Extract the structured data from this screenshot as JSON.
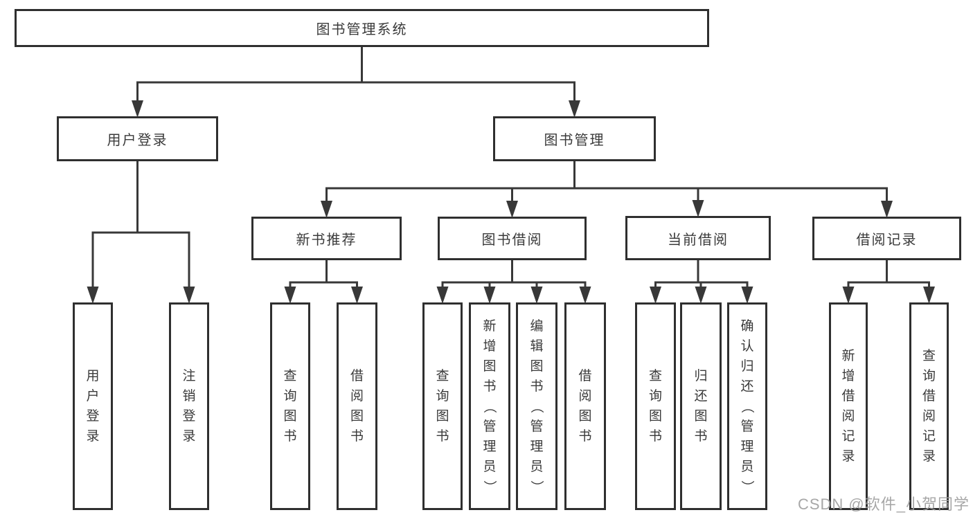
{
  "diagram": {
    "title": "图书管理系统",
    "nodes": [
      {
        "id": "root",
        "label": "图书管理系统",
        "parent": null
      },
      {
        "id": "user-login",
        "label": "用户登录",
        "parent": "root"
      },
      {
        "id": "book-mgmt",
        "label": "图书管理",
        "parent": "root"
      },
      {
        "id": "user-login-leaf",
        "label": "用户登录",
        "parent": "user-login"
      },
      {
        "id": "logout-leaf",
        "label": "注销登录",
        "parent": "user-login"
      },
      {
        "id": "new-book-rec",
        "label": "新书推荐",
        "parent": "book-mgmt"
      },
      {
        "id": "book-borrow",
        "label": "图书借阅",
        "parent": "book-mgmt"
      },
      {
        "id": "current-borrow",
        "label": "当前借阅",
        "parent": "book-mgmt"
      },
      {
        "id": "borrow-records",
        "label": "借阅记录",
        "parent": "book-mgmt"
      },
      {
        "id": "search-book-1",
        "label": "查询图书",
        "parent": "new-book-rec"
      },
      {
        "id": "borrow-book-1",
        "label": "借阅图书",
        "parent": "new-book-rec"
      },
      {
        "id": "search-book-2",
        "label": "查询图书",
        "parent": "book-borrow"
      },
      {
        "id": "add-book",
        "label": "新增图书（管理员）",
        "parent": "book-borrow"
      },
      {
        "id": "edit-book",
        "label": "编辑图书（管理员）",
        "parent": "book-borrow"
      },
      {
        "id": "borrow-book-2",
        "label": "借阅图书",
        "parent": "book-borrow"
      },
      {
        "id": "search-book-3",
        "label": "查询图书",
        "parent": "current-borrow"
      },
      {
        "id": "return-book",
        "label": "归还图书",
        "parent": "current-borrow"
      },
      {
        "id": "confirm-return",
        "label": "确认归还（管理员）",
        "parent": "current-borrow"
      },
      {
        "id": "add-borrow-record",
        "label": "新增借阅记录",
        "parent": "borrow-records"
      },
      {
        "id": "search-borrow-record",
        "label": "查询借阅记录",
        "parent": "borrow-records"
      }
    ]
  },
  "watermark": {
    "text": "CSDN @软件_小贺同学",
    "color": "#9e9e9e"
  },
  "colors": {
    "background": "#ffffff",
    "line": "#383838",
    "border": "#2f2f2f",
    "text": "#3a3a3a"
  }
}
